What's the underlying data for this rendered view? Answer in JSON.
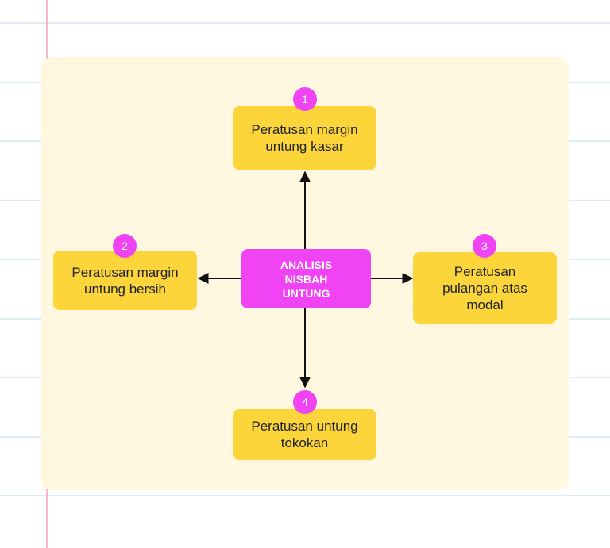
{
  "diagram": {
    "center": {
      "label": "ANALISIS\nNISBAH\nUNTUNG"
    },
    "nodes": [
      {
        "number": "1",
        "label": "Peratusan margin untung kasar"
      },
      {
        "number": "2",
        "label": "Peratusan margin untung bersih"
      },
      {
        "number": "3",
        "label": "Peratusan pulangan atas modal"
      },
      {
        "number": "4",
        "label": "Peratusan untung tokokan"
      }
    ]
  },
  "colors": {
    "node_fill": "#fcd53b",
    "center_fill": "#f044f4",
    "badge_fill": "#f044f4",
    "panel_fill": "#fff7df",
    "arrow": "#111111"
  }
}
